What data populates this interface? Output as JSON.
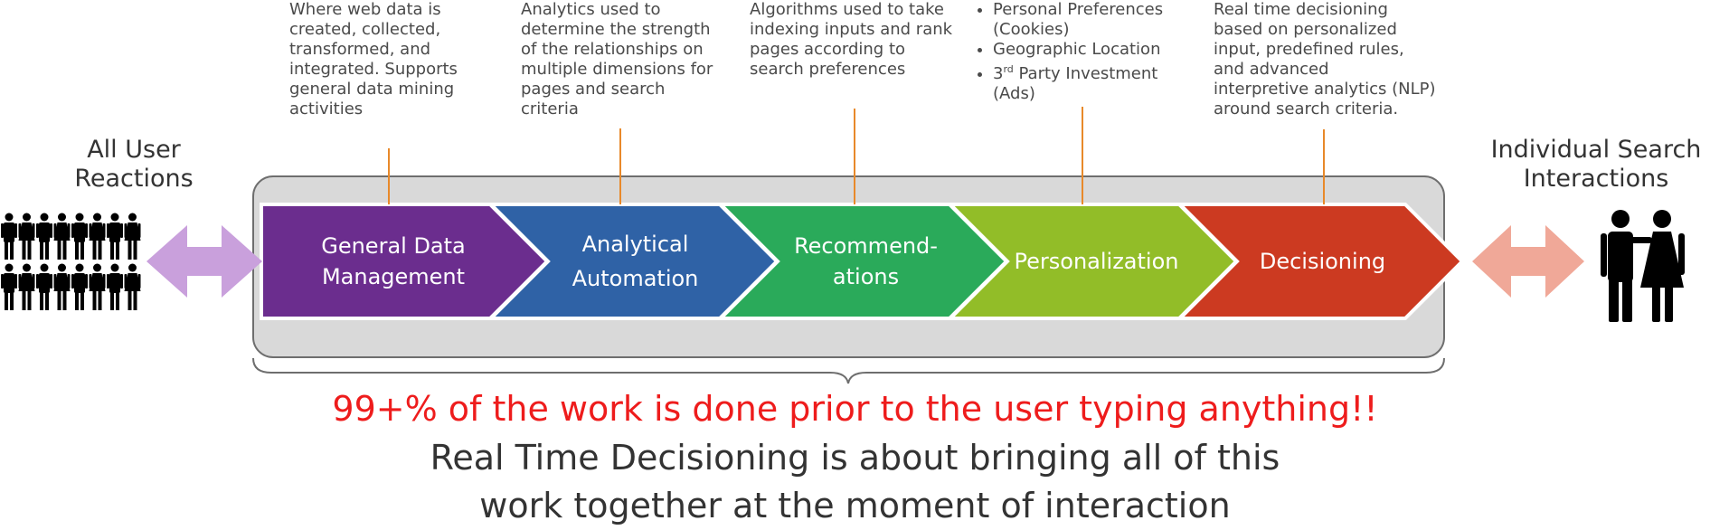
{
  "left_group": {
    "label_line1": "All User",
    "label_line2": "Reactions",
    "icon": "crowd-of-people-icon",
    "arrow_color": "#c9a0dc"
  },
  "right_group": {
    "label_line1": "Individual Search",
    "label_line2": "Interactions",
    "icon": "couple-icon",
    "arrow_color": "#f0a898"
  },
  "stages": [
    {
      "line1": "General Data",
      "line2": "Management",
      "color": "#6b2d8e",
      "description": [
        "Where web data is",
        "created, collected,",
        "transformed, and",
        "integrated.  Supports",
        "general data mining",
        "activities"
      ]
    },
    {
      "line1": "Analytical",
      "line2": "Automation",
      "color": "#2f62a6",
      "description": [
        "Analytics used to",
        "determine the strength",
        "of the relationships on",
        "multiple dimensions for",
        "pages and search",
        "criteria"
      ]
    },
    {
      "line1": "Recommend-",
      "line2": "ations",
      "color": "#2aaa5a",
      "description": [
        "Algorithms used to take",
        "indexing inputs and rank",
        "pages according to",
        "search preferences"
      ]
    },
    {
      "line1": "Personalization",
      "line2": "",
      "color": "#92bd28",
      "bullets": [
        {
          "text": "Personal Preferences (Cookies)"
        },
        {
          "text": "Geographic Location"
        },
        {
          "prefix": "3",
          "sup": "rd",
          "text": " Party Investment (Ads)"
        }
      ]
    },
    {
      "line1": "Decisioning",
      "line2": "",
      "color": "#cc3a21",
      "description": [
        "Real time decisioning",
        "based on personalized",
        "input, predefined rules,",
        "and advanced",
        "interpretive analytics (NLP)",
        "around search criteria."
      ]
    }
  ],
  "messages": {
    "highlight": "99+% of the work is done prior to the user typing anything!!",
    "line1": "Real Time Decisioning is about bringing all of this",
    "line2": "work together at the moment of interaction"
  },
  "colors": {
    "container_fill": "#d9d9d9",
    "connector": "#e8892a",
    "highlight_text": "#ee1c1c"
  }
}
